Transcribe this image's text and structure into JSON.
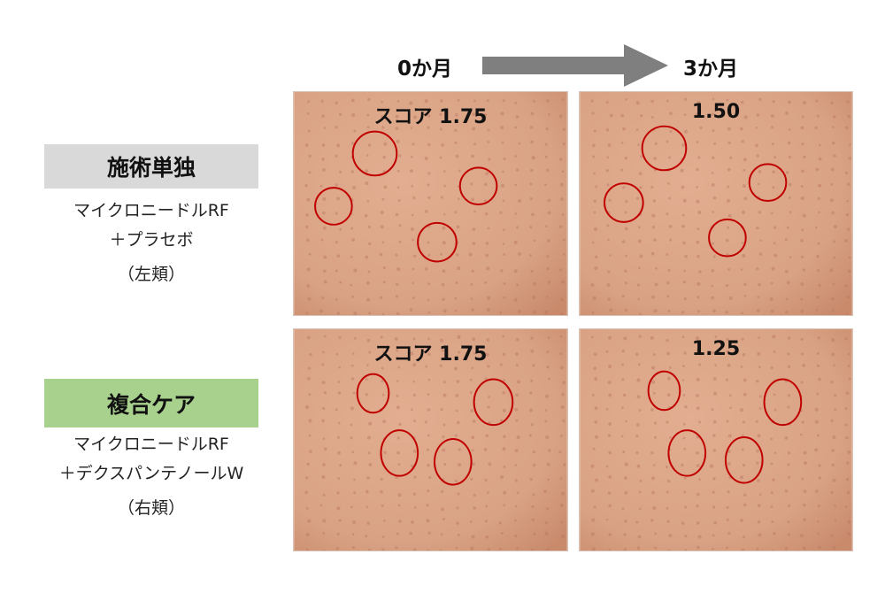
{
  "timeline": {
    "start_label": "0か月",
    "end_label": "3か月",
    "arrow_color": "#7f7f7f"
  },
  "groups": [
    {
      "title": "施術単独",
      "title_bg": "#d9d9d9",
      "desc_lines": [
        "マイクロニードルRF",
        "＋プラセボ",
        "（左頬）"
      ],
      "panels": [
        {
          "time": "0か月",
          "score_label": "スコア 1.75",
          "circles": [
            [
              92,
              70,
              25
            ],
            [
              45,
              130,
              21
            ],
            [
              210,
              107,
              21
            ],
            [
              163,
              171,
              22
            ]
          ]
        },
        {
          "time": "3か月",
          "score_label": "1.50",
          "circles": [
            [
              96,
              64,
              25
            ],
            [
              50,
              126,
              22
            ],
            [
              214,
              103,
              21
            ],
            [
              168,
              166,
              21
            ]
          ]
        }
      ]
    },
    {
      "title": "複合ケア",
      "title_bg": "#a9d18e",
      "desc_lines": [
        "マイクロニードルRF",
        "＋デクスパンテノールW",
        "（右頬）"
      ],
      "panels": [
        {
          "time": "0か月",
          "score_label": "スコア 1.75",
          "circles": [
            [
              90,
              73,
              18,
              22
            ],
            [
              227,
              83,
              22,
              26
            ],
            [
              120,
              141,
              21,
              26
            ],
            [
              181,
              151,
              21,
              26
            ]
          ]
        },
        {
          "time": "3か月",
          "score_label": "1.25",
          "circles": [
            [
              96,
              70,
              18,
              22
            ],
            [
              231,
              83,
              21,
              26
            ],
            [
              122,
              141,
              21,
              26
            ],
            [
              187,
              149,
              21,
              26
            ]
          ]
        }
      ]
    }
  ],
  "colors": {
    "circle": "#c00000",
    "skin_base": "#d9a284",
    "skin_dark": "#c98a6c"
  }
}
